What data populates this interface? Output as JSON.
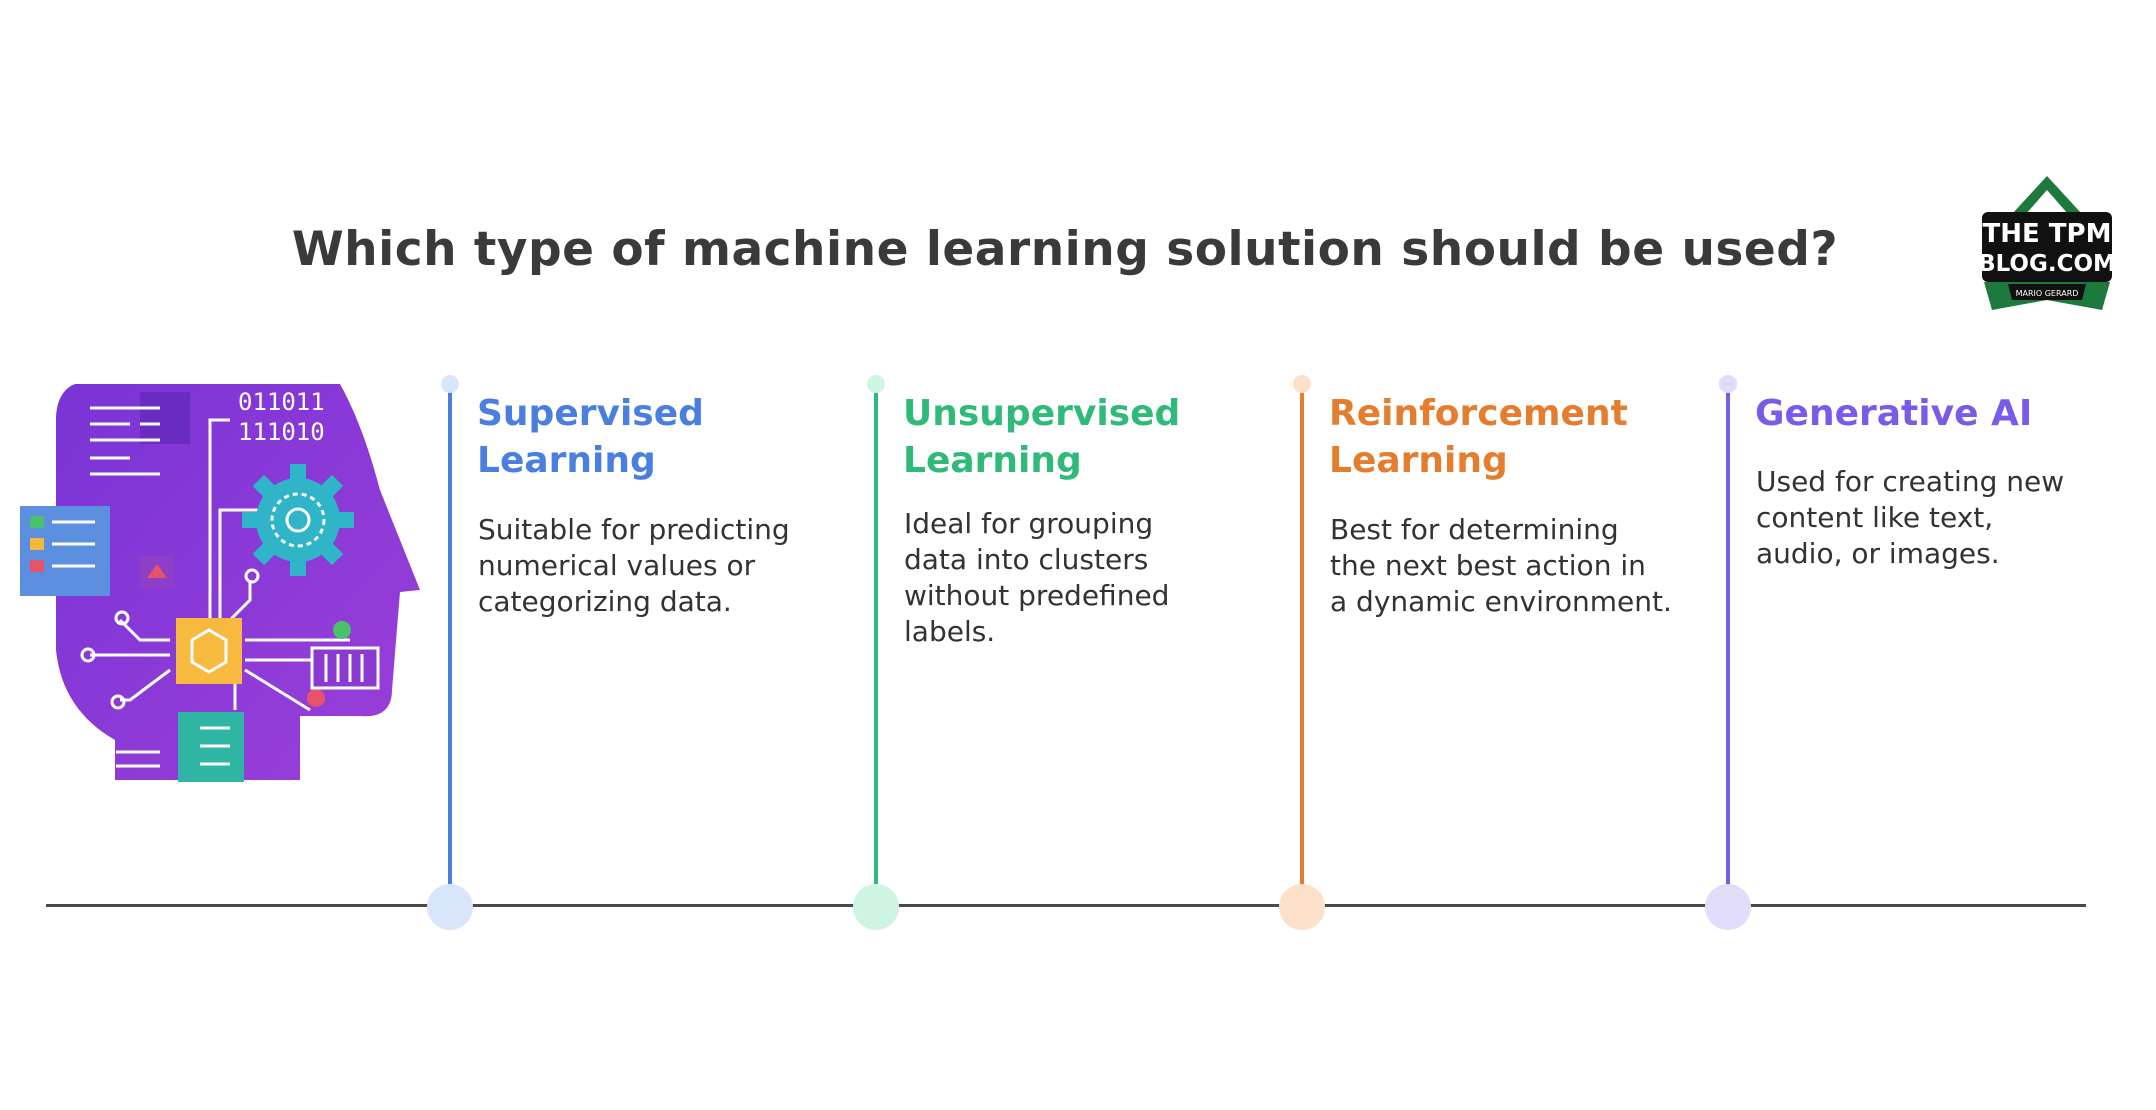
{
  "title": "Which type of machine learning solution should be used?",
  "logo": {
    "line1": "THE TPM",
    "line2": "BLOG.COM",
    "ribbon": "MARIO GERARD",
    "color": "#1e7a3c"
  },
  "illustration": {
    "name": "ai-head-circuit-illustration",
    "binary1": "011011",
    "binary2": "111010"
  },
  "columns": [
    {
      "heading_line1": "Supervised",
      "heading_line2": "Learning",
      "description_lines": [
        "Suitable for predicting",
        "numerical values or",
        "categorizing data."
      ],
      "color": "#4a7fe0",
      "light": "#d9e5fb"
    },
    {
      "heading_line1": "Unsupervised",
      "heading_line2": "Learning",
      "description_lines": [
        "Ideal for grouping",
        "data into clusters",
        "without predefined",
        "labels."
      ],
      "color": "#2fba7a",
      "light": "#cdf5e2"
    },
    {
      "heading_line1": "Reinforcement",
      "heading_line2": "Learning",
      "description_lines": [
        "Best for determining",
        "the next best action in",
        "a dynamic environment."
      ],
      "color": "#e57d2e",
      "light": "#fde0c9"
    },
    {
      "heading_line1": "Generative AI",
      "heading_line2": "",
      "description_lines": [
        "Used for creating new",
        "content like text,",
        "audio, or images."
      ],
      "color": "#7a5be8",
      "light": "#e2dcfb"
    }
  ]
}
